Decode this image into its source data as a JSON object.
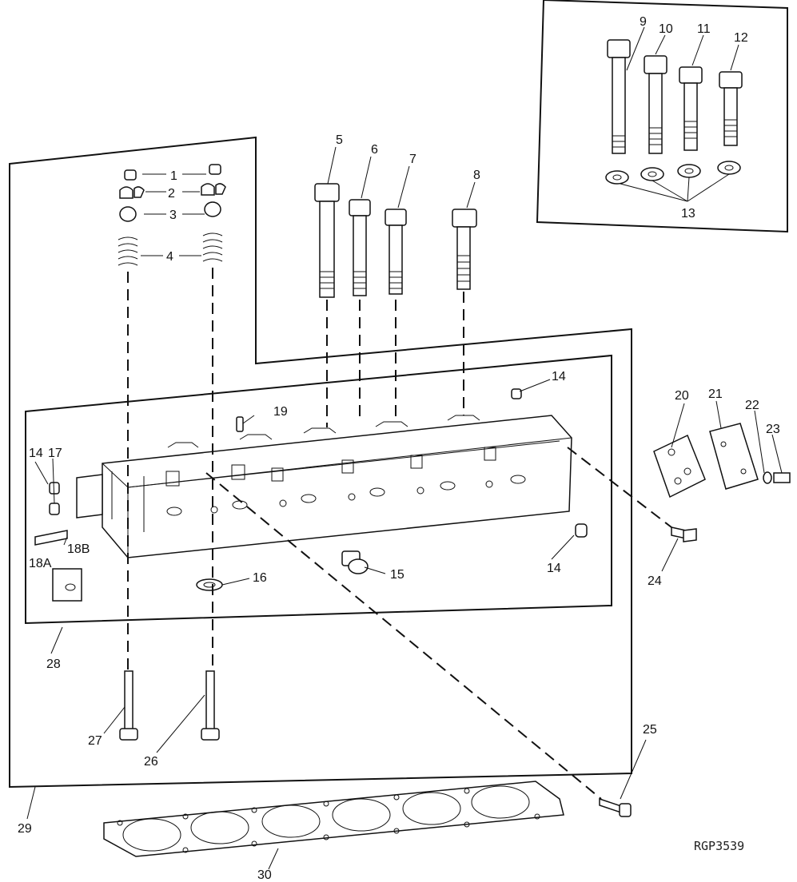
{
  "diagram": {
    "callouts": [
      "1",
      "2",
      "3",
      "4",
      "5",
      "6",
      "7",
      "8",
      "9",
      "10",
      "11",
      "12",
      "13",
      "14",
      "14",
      "14",
      "14",
      "15",
      "16",
      "17",
      "18A",
      "18B",
      "19",
      "20",
      "21",
      "22",
      "23",
      "24",
      "25",
      "26",
      "27",
      "28",
      "29",
      "30"
    ],
    "figure_code": "RGP3539"
  }
}
